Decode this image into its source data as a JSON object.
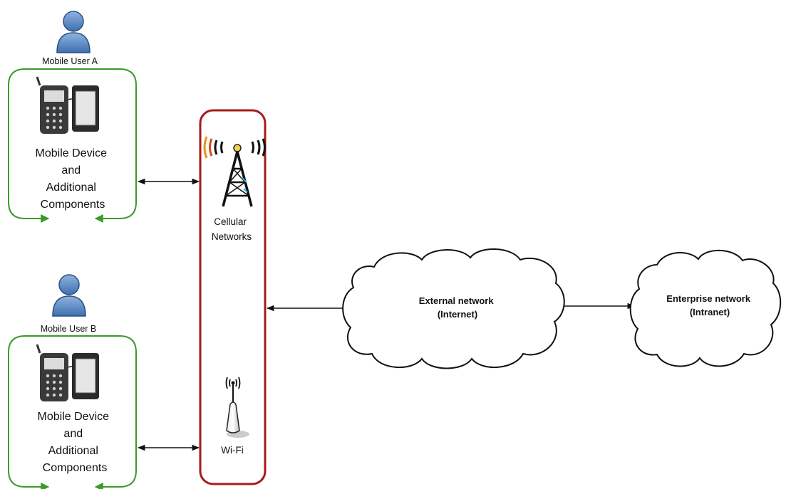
{
  "users": [
    {
      "label": "Mobile User A"
    },
    {
      "label": "Mobile User B"
    }
  ],
  "device_groups": [
    {
      "lines": [
        "Mobile Device",
        "and",
        "Additional",
        "Components"
      ]
    },
    {
      "lines": [
        "Mobile Device",
        "and",
        "Additional",
        "Components"
      ]
    }
  ],
  "access": {
    "cellular": {
      "lines": [
        "Cellular",
        "Networks"
      ]
    },
    "wifi": {
      "label": "Wi-Fi"
    }
  },
  "clouds": {
    "external": {
      "lines": [
        "External network",
        "(Internet)"
      ]
    },
    "enterprise": {
      "lines": [
        "Enterprise network",
        "(Intranet)"
      ]
    }
  },
  "colors": {
    "user": "#4f81bd",
    "device_box": "#3a9a2a",
    "access_box": "#a51c1c",
    "arrow": "#111111"
  }
}
